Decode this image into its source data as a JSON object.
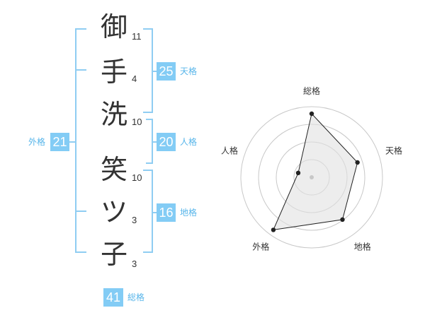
{
  "name_chars": [
    {
      "char": "御",
      "strokes": "11"
    },
    {
      "char": "手",
      "strokes": "4"
    },
    {
      "char": "洗",
      "strokes": "10"
    },
    {
      "char": "笑",
      "strokes": "10"
    },
    {
      "char": "ツ",
      "strokes": "3"
    },
    {
      "char": "子",
      "strokes": "3"
    }
  ],
  "badges": {
    "tenkaku": {
      "value": "25",
      "label": "天格"
    },
    "jinkaku": {
      "value": "20",
      "label": "人格"
    },
    "chikaku": {
      "value": "16",
      "label": "地格"
    },
    "gaikaku": {
      "value": "21",
      "label": "外格"
    },
    "soukaku": {
      "value": "41",
      "label": "総格"
    }
  },
  "colors": {
    "accent": "#83ccf5",
    "bracket": "#8fcdf2",
    "label": "#57b5ea",
    "text": "#333333"
  },
  "chart_data": {
    "type": "radar",
    "axes": [
      "総格",
      "天格",
      "地格",
      "外格",
      "人格"
    ],
    "values": [
      0.9,
      0.68,
      0.74,
      0.92,
      0.2
    ],
    "range": [
      0,
      1
    ],
    "rings": 4
  }
}
